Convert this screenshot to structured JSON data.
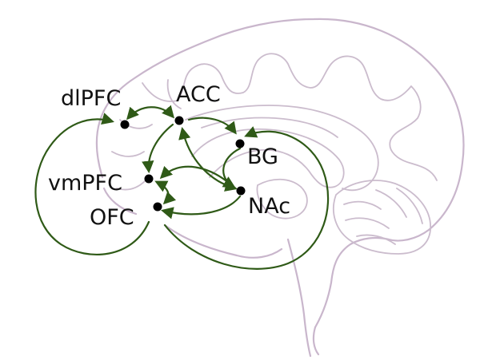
{
  "nodes": [
    {
      "id": "dlpfc",
      "label": "dlPFC"
    },
    {
      "id": "acc",
      "label": "ACC"
    },
    {
      "id": "bg",
      "label": "BG"
    },
    {
      "id": "vmpfc",
      "label": "vmPFC"
    },
    {
      "id": "nac",
      "label": "NAc"
    },
    {
      "id": "ofc",
      "label": "OFC"
    }
  ],
  "colors": {
    "connection": "#2f5a17",
    "brain_outline": "#c9b6cc",
    "node": "#000000",
    "label": "#111111"
  }
}
